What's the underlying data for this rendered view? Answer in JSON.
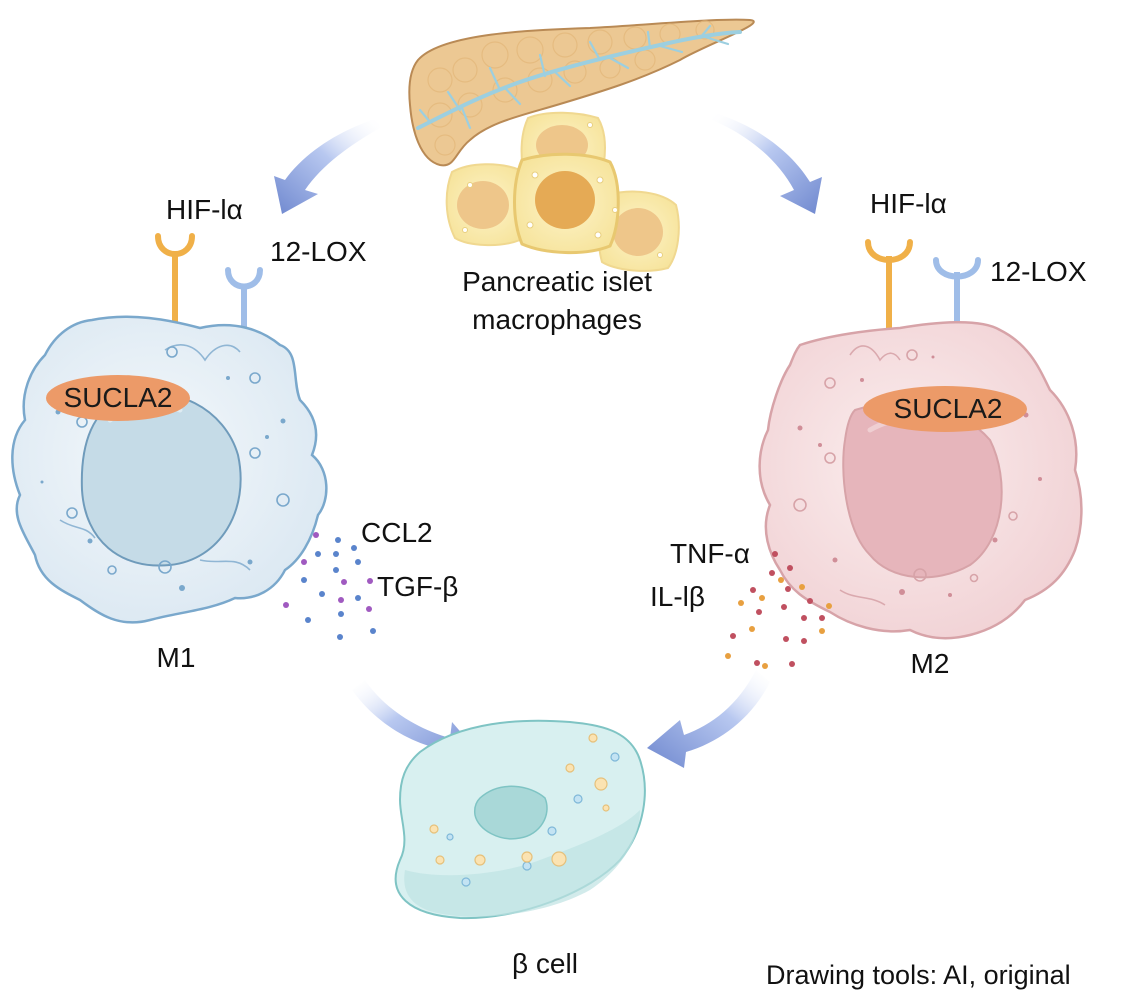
{
  "figure": {
    "source": {
      "label_line1": "Pancreatic islet",
      "label_line2": "macrophages"
    },
    "m1_cell": {
      "name": "M1",
      "receptor_orange_label": "HIF-lα",
      "receptor_blue_label": "12-LOX",
      "enzyme_label": "SUCLA2",
      "secreted_factors": [
        "CCL2",
        "TGF-β"
      ]
    },
    "m2_cell": {
      "name": "M2",
      "receptor_orange_label": "HIF-lα",
      "receptor_blue_label": "12-LOX",
      "enzyme_label": "SUCLA2",
      "secreted_factors": [
        "TNF-α",
        "IL-lβ"
      ]
    },
    "target_cell": {
      "name": "β cell"
    },
    "credit": "Drawing tools: AI, original",
    "colors": {
      "arrow": "#7f97d6",
      "receptor_orange": "#f0b048",
      "receptor_blue": "#9fbde8",
      "enzyme_pill": "#ec9a68",
      "m1_body": "#e8f0f6",
      "m1_outline": "#7aa8cc",
      "m2_body": "#f6dfe0",
      "m2_outline": "#d7a3a8",
      "beta_body": "#d8f0f0",
      "beta_outline": "#7fc4c4",
      "dot_purple": "#a05ac0",
      "dot_blue": "#5a84cc",
      "dot_red": "#c05060",
      "dot_orange": "#e8a040"
    }
  }
}
